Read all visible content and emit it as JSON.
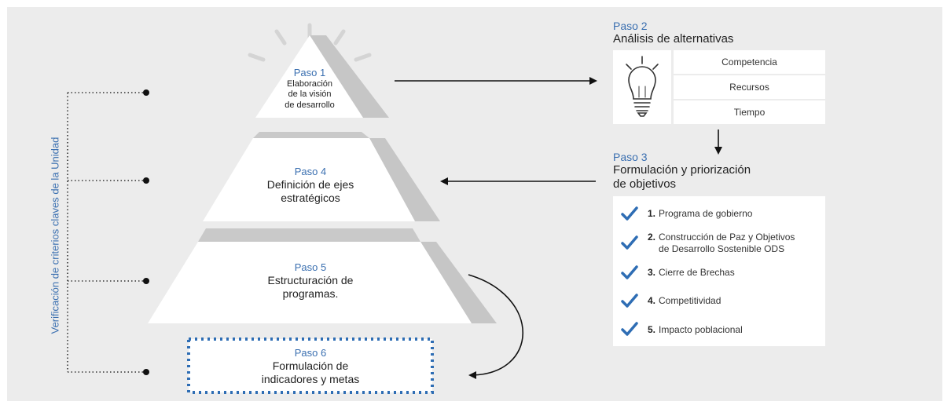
{
  "vertical_label": "Verificación de criterios claves de la Unidad",
  "paso1": {
    "title": "Paso 1",
    "lines": [
      "Elaboración",
      "de la visión",
      "de desarrollo"
    ]
  },
  "paso2": {
    "title": "Paso 2",
    "subtitle": "Análisis de alternativas",
    "options": [
      "Competencia",
      "Recursos",
      "Tiempo"
    ]
  },
  "paso3": {
    "title": "Paso 3",
    "subtitle_line1": "Formulación y priorización",
    "subtitle_line2": "de objetivos",
    "items": [
      {
        "num": "1.",
        "line1": "Programa de gobierno",
        "line2": ""
      },
      {
        "num": "2.",
        "line1": "Construcción de Paz y Objetivos",
        "line2": "de Desarrollo Sostenible ODS"
      },
      {
        "num": "3.",
        "line1": "Cierre de Brechas",
        "line2": ""
      },
      {
        "num": "4.",
        "line1": "Competitividad",
        "line2": ""
      },
      {
        "num": "5.",
        "line1": "Impacto poblacional",
        "line2": ""
      }
    ]
  },
  "paso4": {
    "title": "Paso 4",
    "lines": [
      "Definición de ejes",
      "estratégicos"
    ]
  },
  "paso5": {
    "title": "Paso 5",
    "lines": [
      "Estructuración de",
      "programas."
    ]
  },
  "paso6": {
    "title": "Paso 6",
    "lines": [
      "Formulación de",
      "indicadores y metas"
    ]
  },
  "colors": {
    "accent": "#3a6fb0",
    "background": "#ececec",
    "shadow": "#c9c9c9",
    "check": "#2e6db4"
  },
  "icons": [
    "lightbulb-icon",
    "checkmark-icon"
  ]
}
